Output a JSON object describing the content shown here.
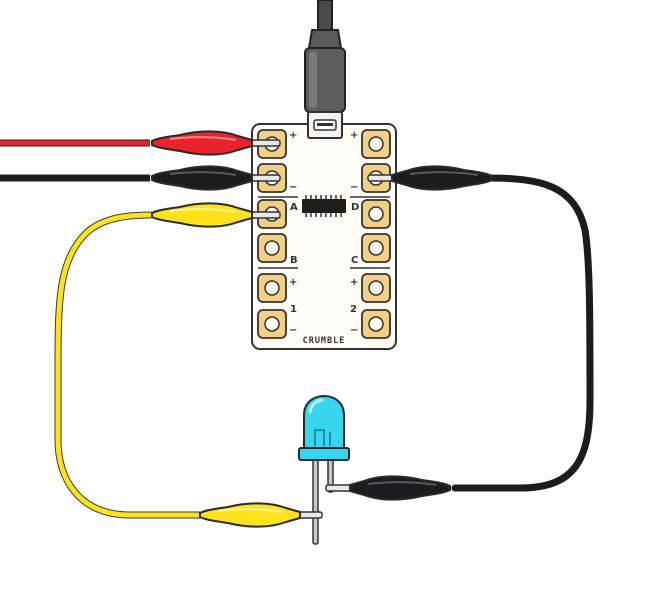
{
  "board": {
    "brand": "CRUMBLE",
    "left_labels": {
      "plus_top": "+",
      "minus_top": "−",
      "a": "A",
      "b": "B",
      "plus_1": "+",
      "one": "1",
      "minus_1": "−"
    },
    "right_labels": {
      "plus_top": "+",
      "minus_top": "−",
      "d": "D",
      "c": "C",
      "plus_2": "+",
      "two": "2",
      "minus_2": "−"
    }
  },
  "colors": {
    "red_wire": "#e8232a",
    "black_wire": "#1c1c1e",
    "yellow_wire": "#ffe21a",
    "board": "#fffdf6",
    "pad": "#f3cf84",
    "led": "#37d6ee",
    "usb_cable": "#555555"
  },
  "icons": [
    "usb-cable-icon",
    "crocodile-clip-icon",
    "led-icon",
    "chip-icon"
  ]
}
